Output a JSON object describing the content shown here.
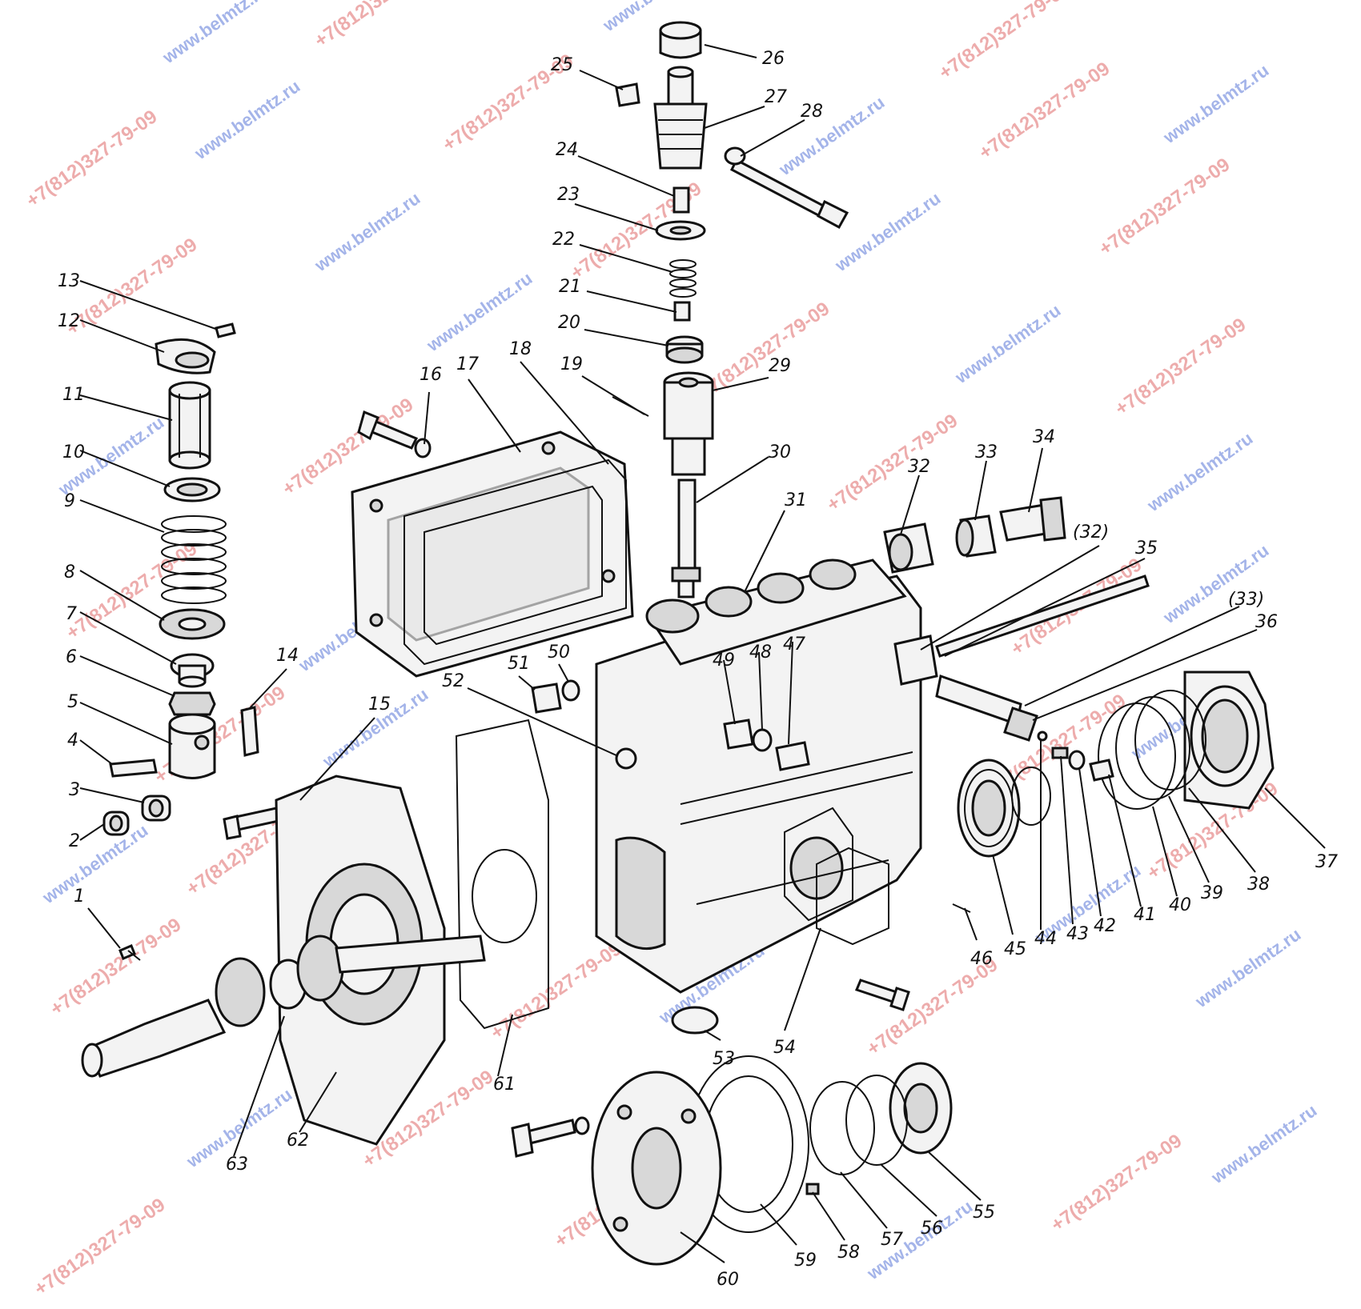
{
  "watermarks": {
    "site": "www.belmtz.ru",
    "phone": "+7(812)327-79-09"
  },
  "callouts": {
    "c1": "1",
    "c2": "2",
    "c3": "3",
    "c4": "4",
    "c5": "5",
    "c6": "6",
    "c7": "7",
    "c8": "8",
    "c9": "9",
    "c10": "10",
    "c11": "11",
    "c12": "12",
    "c13": "13",
    "c14": "14",
    "c15": "15",
    "c16": "16",
    "c17": "17",
    "c18": "18",
    "c19": "19",
    "c20": "20",
    "c21": "21",
    "c22": "22",
    "c23": "23",
    "c24": "24",
    "c25": "25",
    "c26": "26",
    "c27": "27",
    "c28": "28",
    "c29": "29",
    "c30": "30",
    "c31": "31",
    "c32": "32",
    "c33": "33",
    "c34": "34",
    "c32b": "(32)",
    "c35": "35",
    "c33b": "(33)",
    "c36": "36",
    "c37": "37",
    "c38": "38",
    "c39": "39",
    "c40": "40",
    "c41": "41",
    "c42": "42",
    "c43": "43",
    "c44": "44",
    "c45": "45",
    "c46": "46",
    "c47": "47",
    "c48": "48",
    "c49": "49",
    "c50": "50",
    "c51": "51",
    "c52": "52",
    "c53": "53",
    "c54": "54",
    "c55": "55",
    "c56": "56",
    "c57": "57",
    "c58": "58",
    "c59": "59",
    "c60": "60",
    "c61": "61",
    "c62": "62",
    "c63": "63"
  }
}
